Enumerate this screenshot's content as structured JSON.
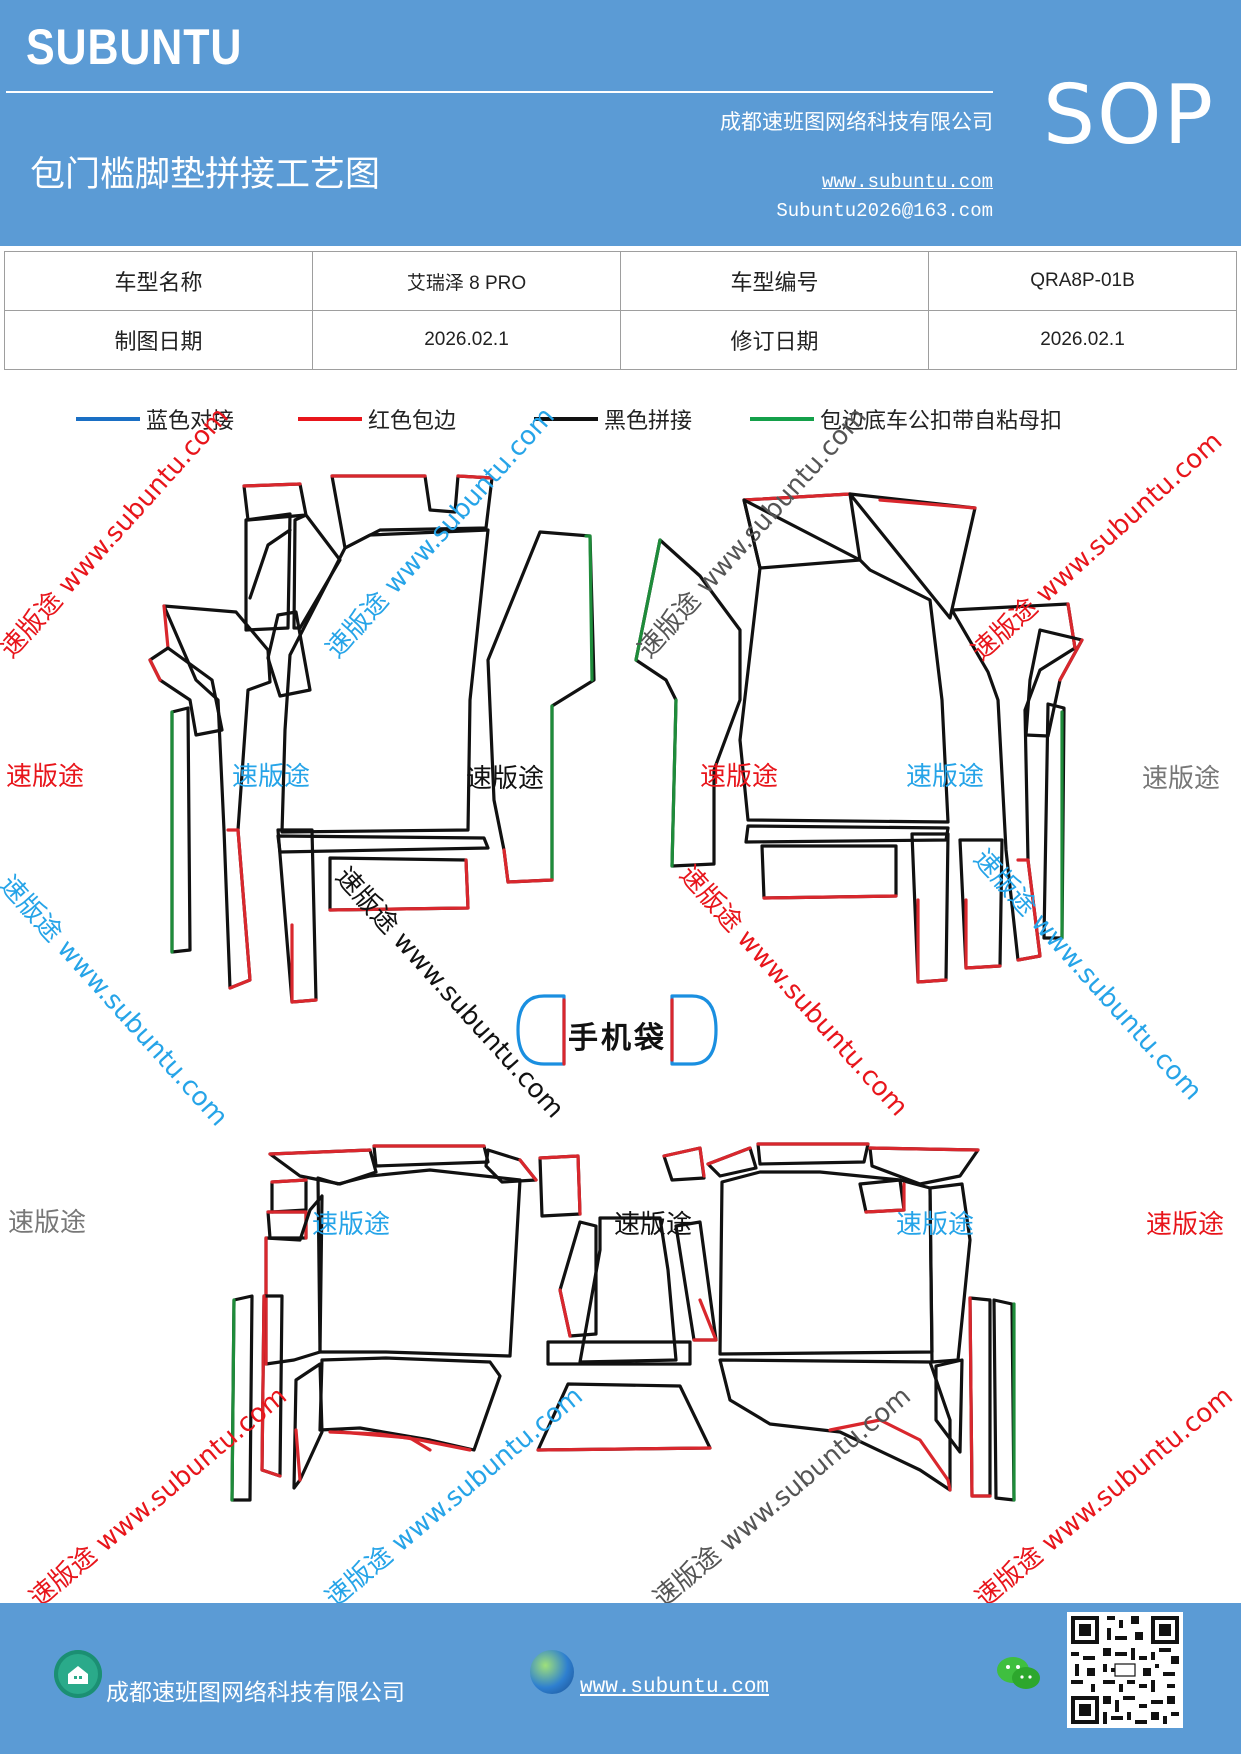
{
  "header": {
    "logo": "SUBUNTU",
    "company": "成都速班图网络科技有限公司",
    "title": "包门槛脚垫拼接工艺图",
    "website": "www.subuntu.com",
    "email": "Subuntu2026@163.com",
    "badge": "SOP"
  },
  "info_table": {
    "rows": [
      {
        "label1": "车型名称",
        "value1": "艾瑞泽 8 PRO",
        "label2": "车型编号",
        "value2": "QRA8P-01B"
      },
      {
        "label1": "制图日期",
        "value1": "2026.02.1",
        "label2": "修订日期",
        "value2": "2026.02.1"
      }
    ]
  },
  "legend": {
    "items": [
      {
        "label": "蓝色对接",
        "color": "#1a6fc4"
      },
      {
        "label": "红色包边",
        "color": "#e8151b"
      },
      {
        "label": "黑色拼接",
        "color": "#111111"
      },
      {
        "label": "包边底车公扣带自粘母扣",
        "color": "#14a04a"
      }
    ]
  },
  "diagram": {
    "phone_bag_label": "手机袋",
    "watermark_brand": "速版途",
    "watermark_diag": "速版途 www.subuntu.com",
    "colors": {
      "blue": "#1a8fe0",
      "red": "#d9272d",
      "black": "#111111",
      "green": "#1e8c3a",
      "wm_red": "#e8151b",
      "wm_blue": "#26a4e8",
      "wm_gray": "#777777"
    }
  },
  "footer": {
    "company": "成都速班图网络科技有限公司",
    "website": "www.subuntu.com",
    "icons": [
      "home-icon",
      "globe-icon",
      "wechat-icon",
      "qr-code"
    ]
  }
}
